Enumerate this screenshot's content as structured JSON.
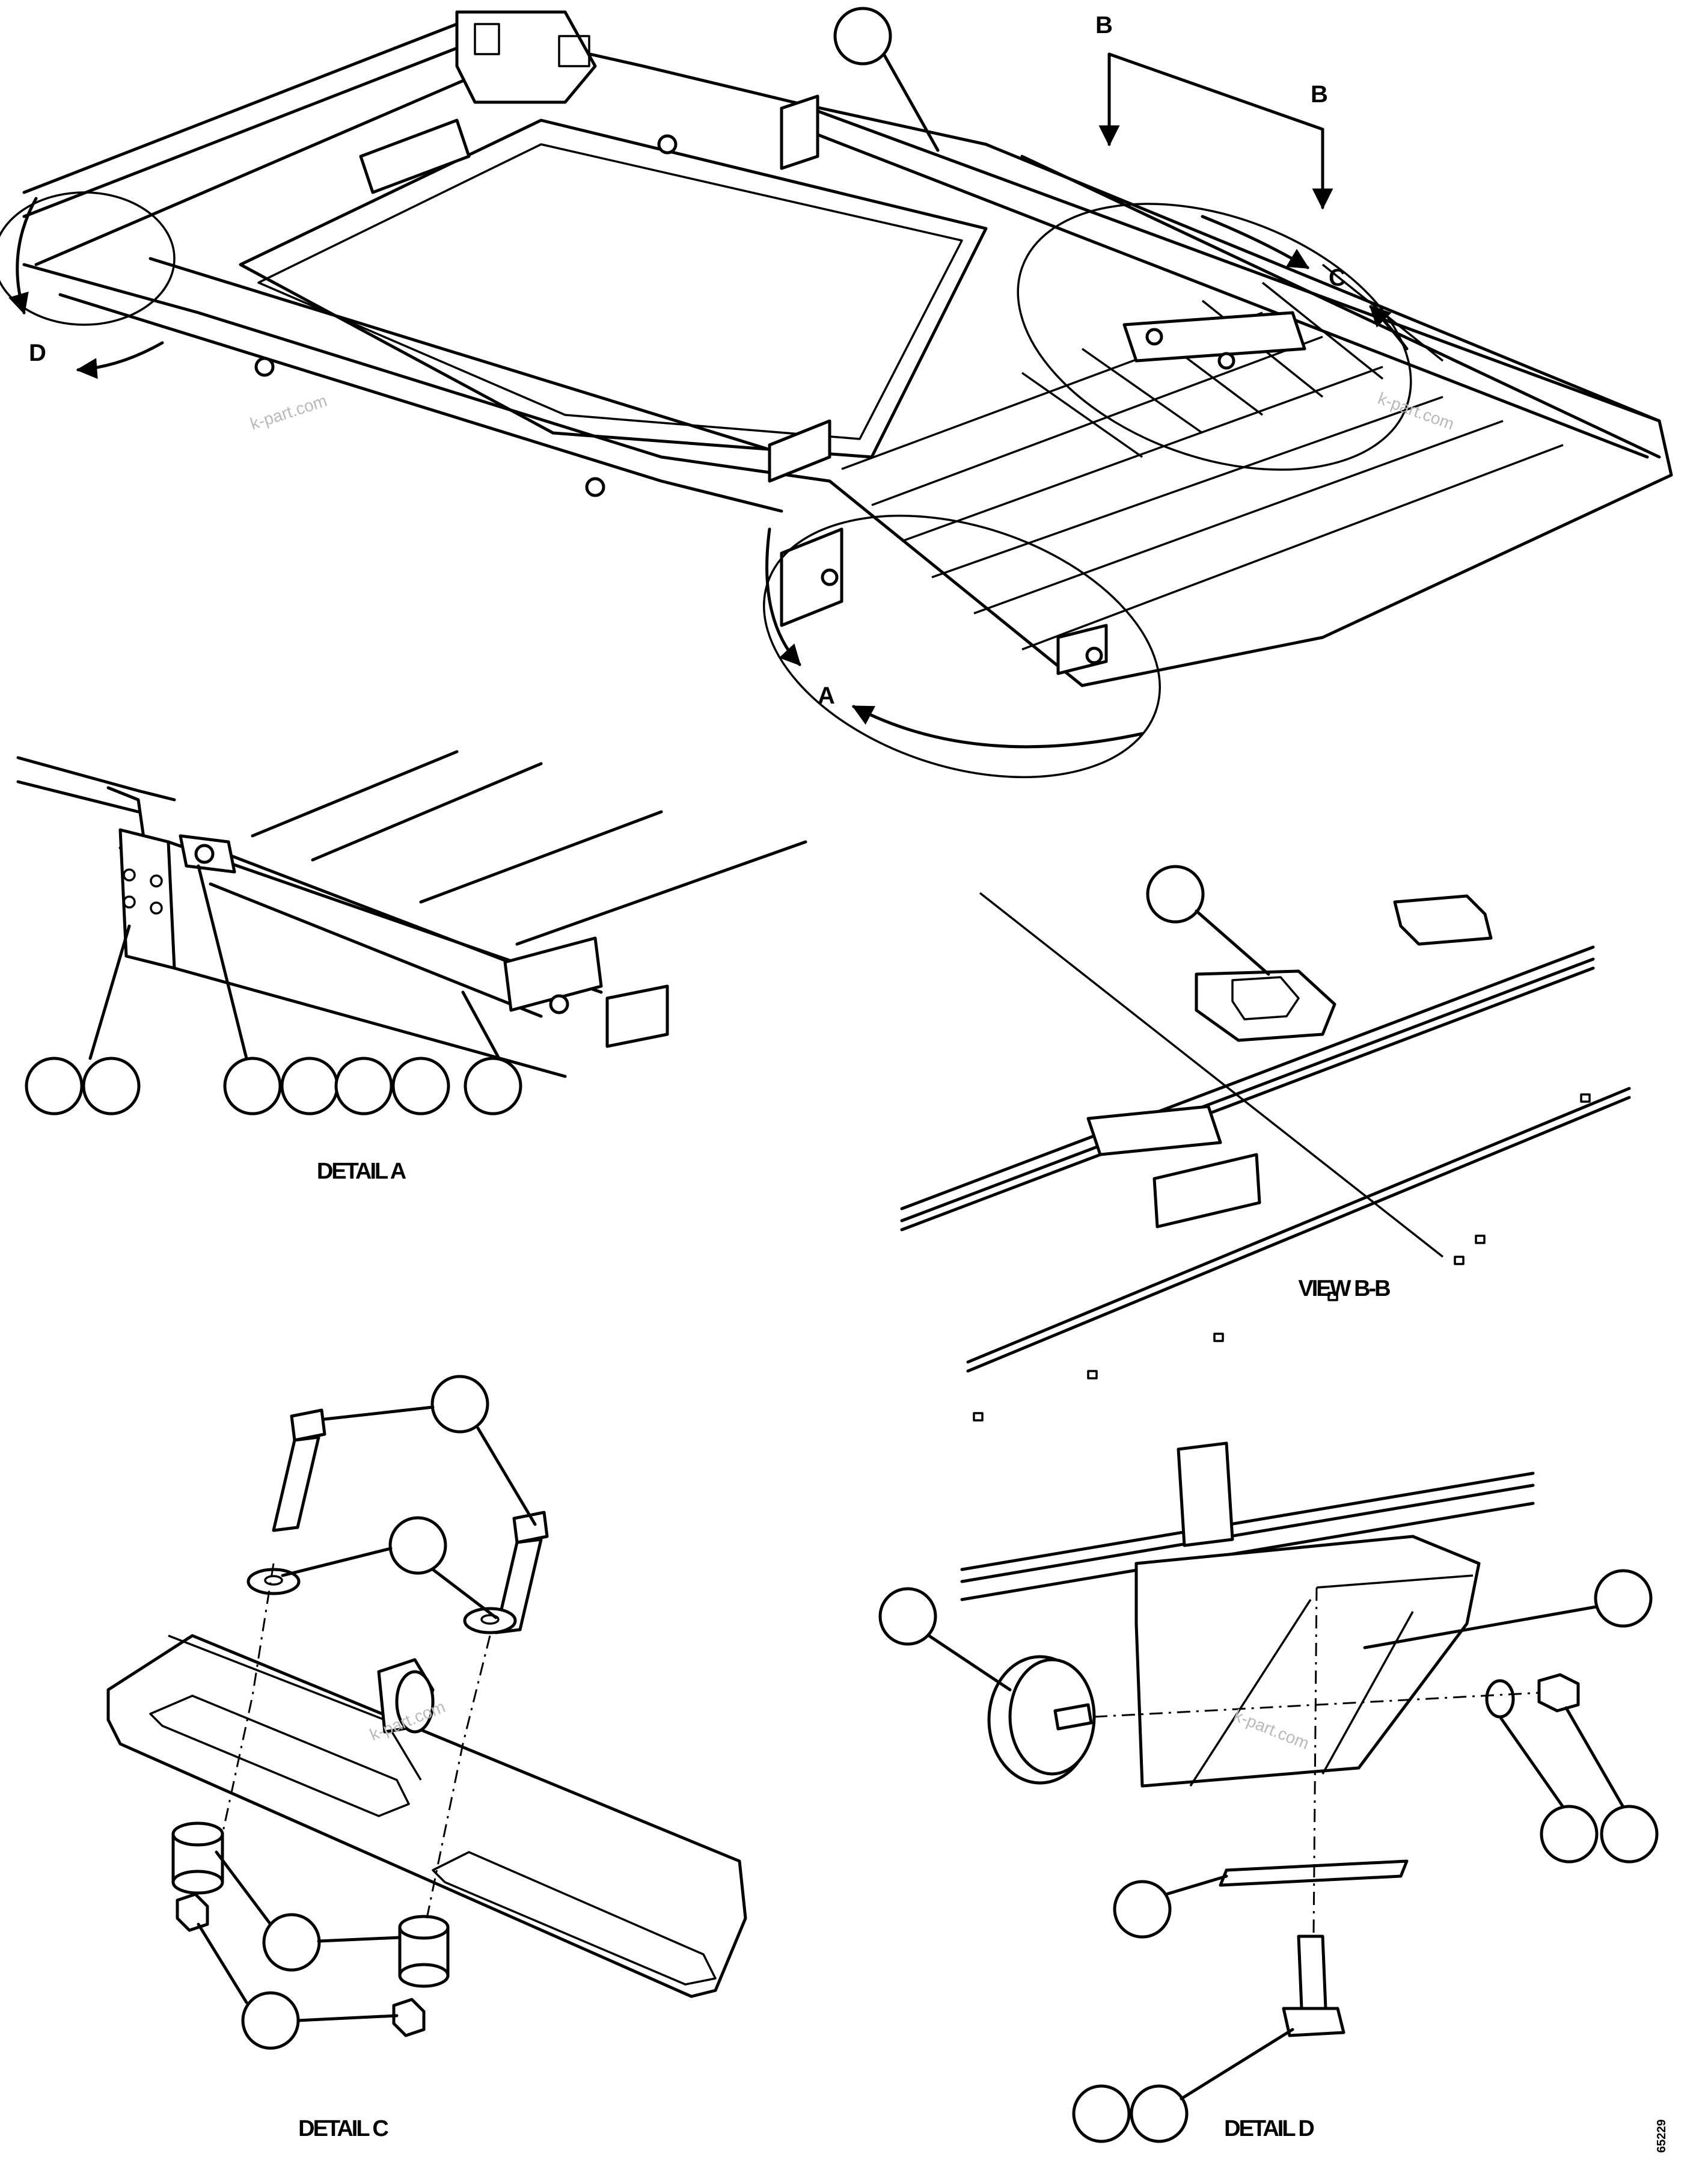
{
  "captions": {
    "detail_a": "DETAIL A",
    "view_bb": "VIEW B-B",
    "detail_c": "DETAIL C",
    "detail_d": "DETAIL D"
  },
  "view_markers": {
    "a": "A",
    "b_left": "B",
    "b_right": "B",
    "c": "C",
    "d": "D"
  },
  "watermark": "k-part.com",
  "sheet_id": "65229"
}
